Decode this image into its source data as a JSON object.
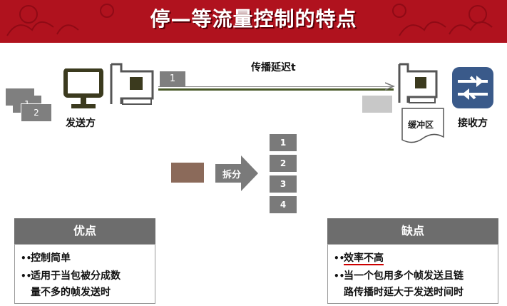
{
  "title": "停—等流量控制的特点",
  "sender": {
    "label": "发送方",
    "stack": [
      "1",
      "2"
    ]
  },
  "receiver": {
    "label": "接收方",
    "buffer_label": "缓冲区"
  },
  "link": {
    "label": "传播延迟t",
    "packet": "1"
  },
  "split": {
    "label": "拆分",
    "fragments": [
      "1",
      "2",
      "3",
      "4"
    ]
  },
  "pros": {
    "title": "优点",
    "items": [
      "控制简单",
      "适用于当包被分成数",
      "量不多的帧发送时"
    ]
  },
  "cons": {
    "title": "缺点",
    "items": [
      "效率不高",
      "当一个包用多个帧发送且链",
      "路传播时延大于发送时间时"
    ]
  },
  "colors": {
    "header": "#b0121e",
    "panel_header": "#6d6d6d",
    "block": "#8b6a5a",
    "link_line": "#4a5a2a",
    "icon_dark": "#3b3a1e",
    "router": "#3a5a8a"
  }
}
